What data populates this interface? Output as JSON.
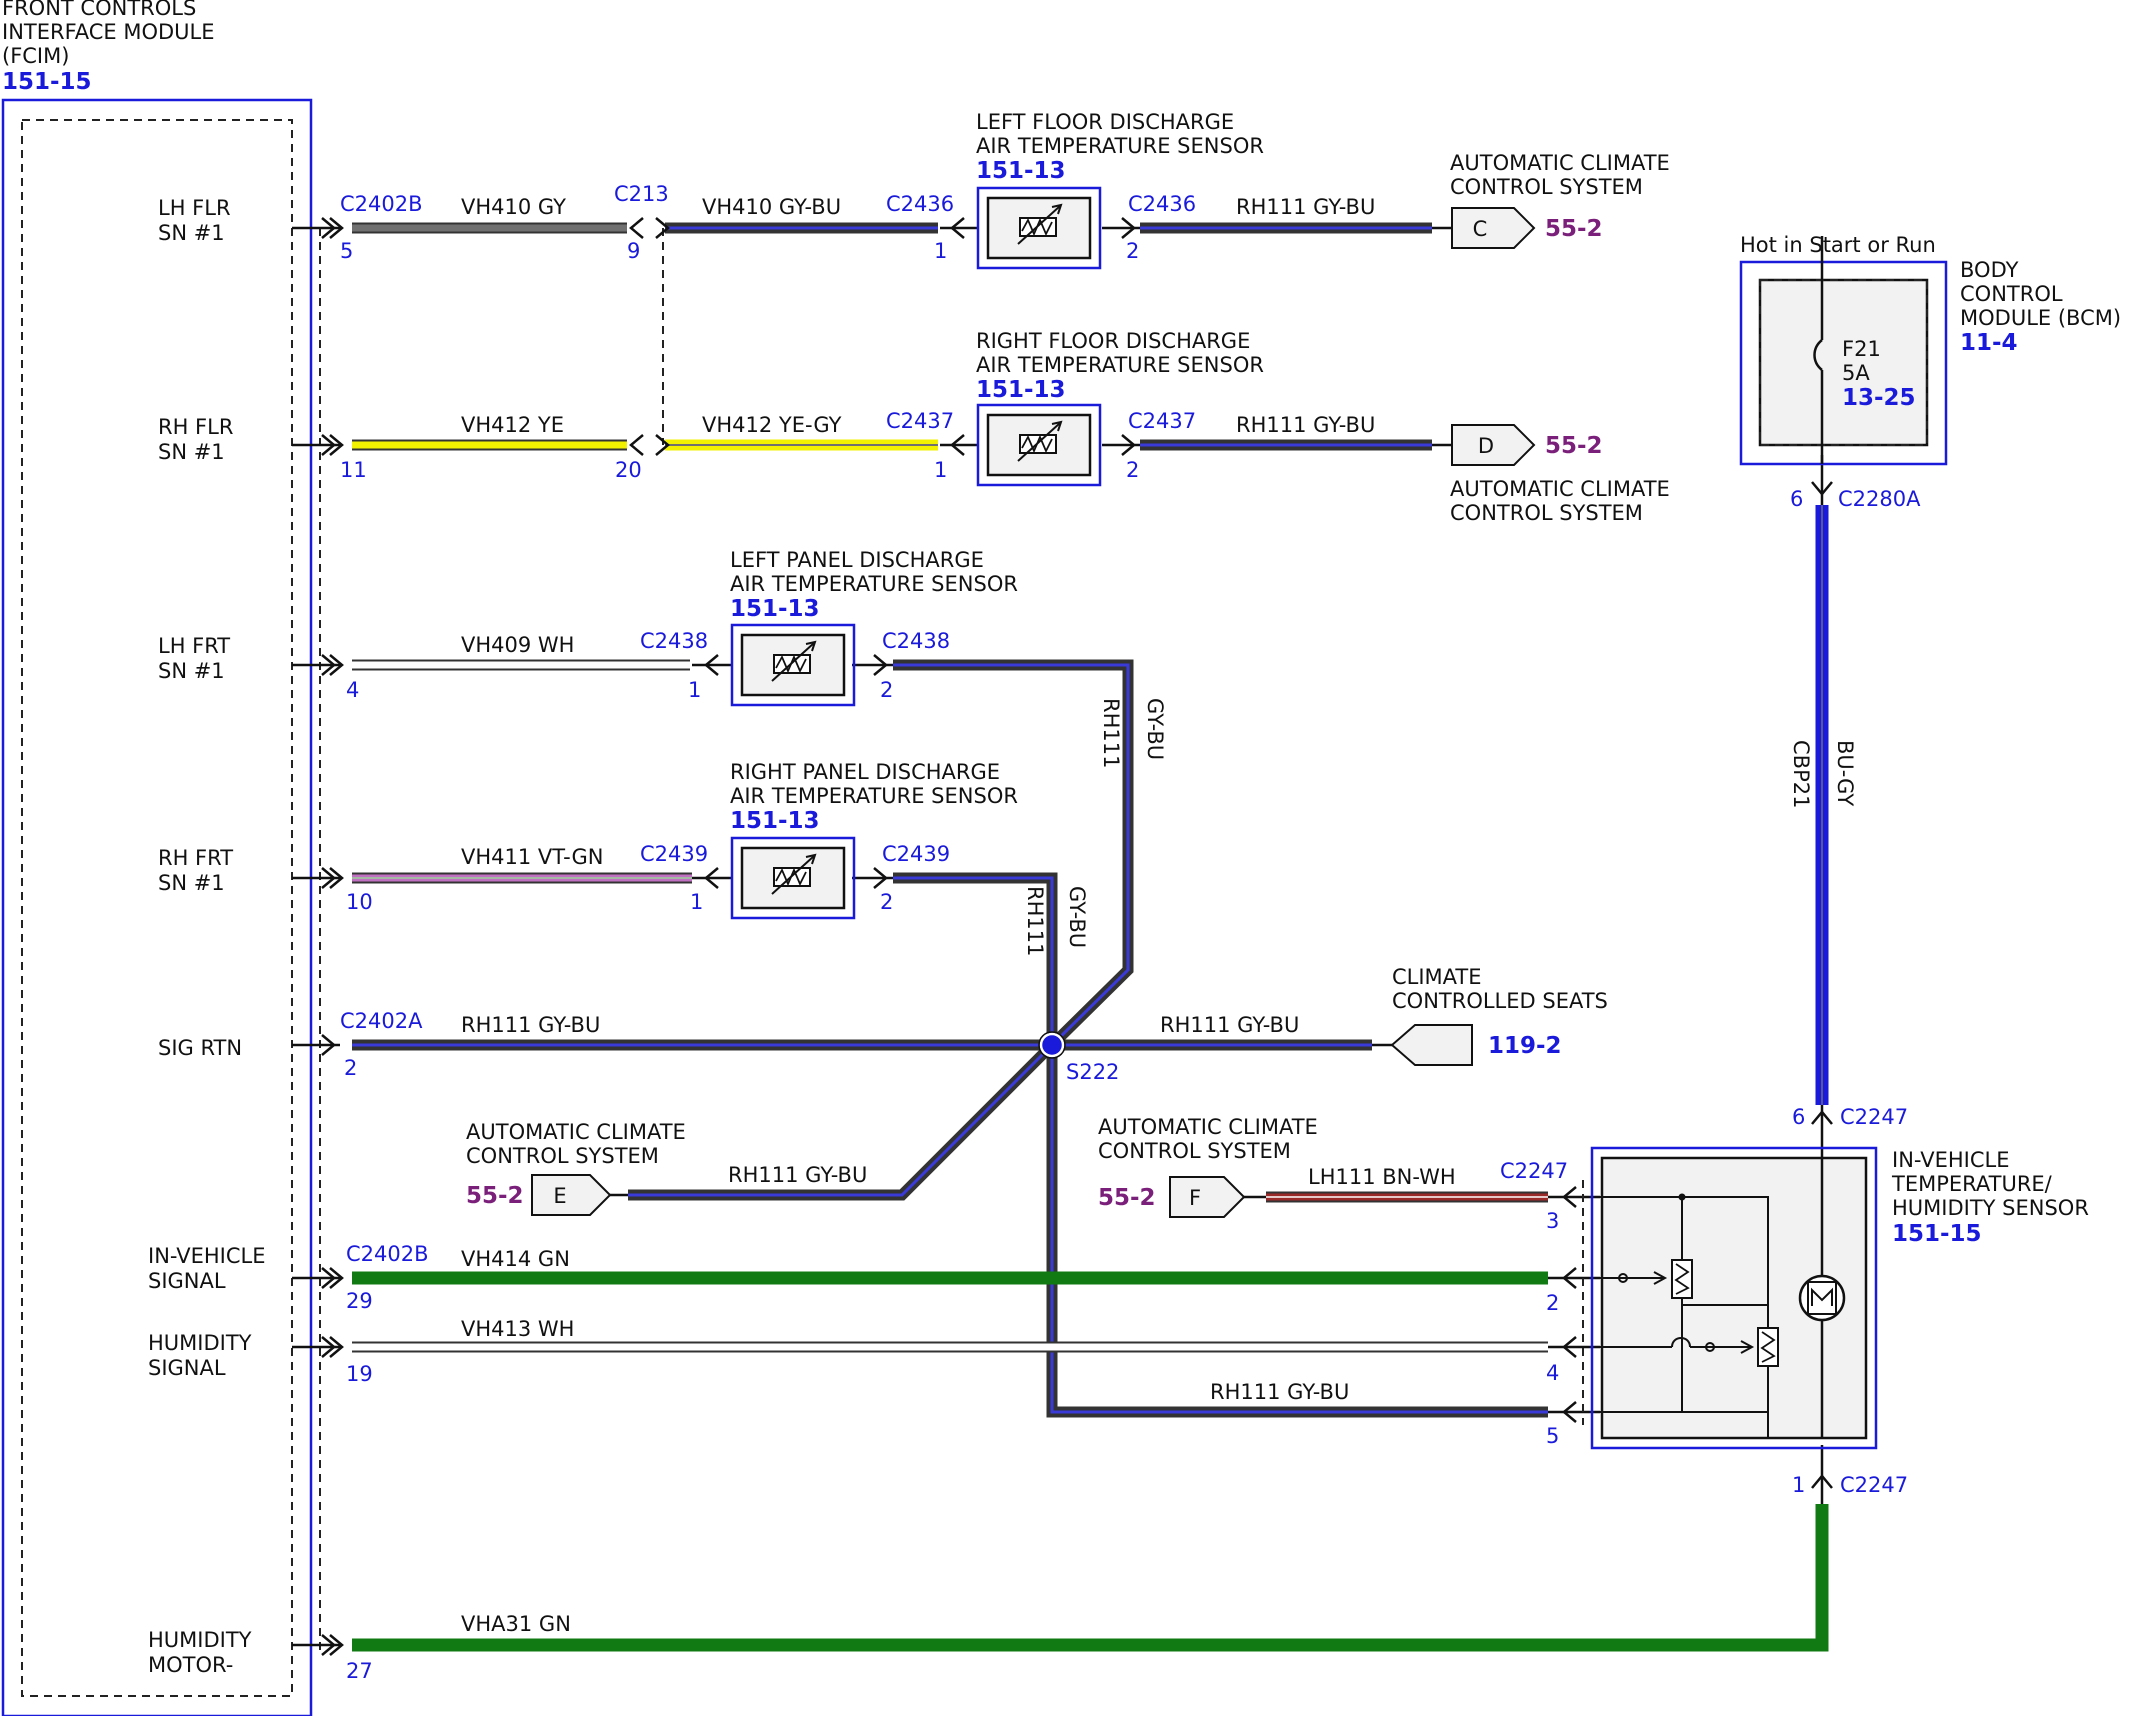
{
  "fcim": {
    "title_lines": [
      "FRONT CONTROLS",
      "INTERFACE MODULE",
      "(FCIM)"
    ],
    "ref": "151-15",
    "pins": {
      "lh_flr": [
        "LH FLR",
        "SN #1"
      ],
      "rh_flr": [
        "RH FLR",
        "SN #1"
      ],
      "lh_frt": [
        "LH FRT",
        "SN #1"
      ],
      "rh_frt": [
        "RH FRT",
        "SN #1"
      ],
      "sig_rtn": "SIG RTN",
      "in_vehicle": [
        "IN-VEHICLE",
        "SIGNAL"
      ],
      "humidity_signal": [
        "HUMIDITY",
        "SIGNAL"
      ],
      "humidity_motor": [
        "HUMIDITY",
        "MOTOR-"
      ]
    }
  },
  "connectors": {
    "c2402b": "C2402B",
    "c2402a": "C2402A",
    "c213": "C213",
    "c2436": "C2436",
    "c2437": "C2437",
    "c2438": "C2438",
    "c2439": "C2439",
    "c2280a": "C2280A",
    "c2247": "C2247",
    "s222": "S222"
  },
  "pin_numbers": {
    "p5": "5",
    "p9": "9",
    "p11": "11",
    "p20": "20",
    "p4": "4",
    "p10": "10",
    "p2": "2",
    "p29": "29",
    "p19": "19",
    "p27": "27",
    "p1": "1",
    "p3": "3",
    "p6": "6"
  },
  "wires": {
    "vh410_gy": "VH410 GY",
    "vh410_gybu": "VH410 GY-BU",
    "rh111_gybu": "RH111  GY-BU",
    "vh412_ye": "VH412 YE",
    "vh412_yegy": "VH412 YE-GY",
    "vh409_wh": "VH409 WH",
    "rh111": "RH111",
    "gybu": "GY-BU",
    "vh411_vtgn": "VH411 VT-GN",
    "rh111_gybu_sig": "RH111 GY-BU",
    "lh111_bnwh": "LH111  BN-WH",
    "vh414_gn": "VH414  GN",
    "vh413_wh": "VH413  WH",
    "vha31_gn": "VHA31  GN",
    "cbp21": "CBP21",
    "bugy": "BU-GY"
  },
  "sensors": {
    "left_floor": {
      "lines": [
        "LEFT FLOOR DISCHARGE",
        "AIR TEMPERATURE SENSOR"
      ],
      "ref": "151-13"
    },
    "right_floor": {
      "lines": [
        "RIGHT FLOOR DISCHARGE",
        "AIR TEMPERATURE SENSOR"
      ],
      "ref": "151-13"
    },
    "left_panel": {
      "lines": [
        "LEFT PANEL DISCHARGE",
        "AIR TEMPERATURE SENSOR"
      ],
      "ref": "151-13"
    },
    "right_panel": {
      "lines": [
        "RIGHT PANEL DISCHARGE",
        "AIR TEMPERATURE SENSOR"
      ],
      "ref": "151-13"
    }
  },
  "destinations": {
    "acc_c": {
      "lines": [
        "AUTOMATIC CLIMATE",
        "CONTROL SYSTEM"
      ],
      "letter": "C",
      "ref": "55-2"
    },
    "acc_d": {
      "lines": [
        "AUTOMATIC CLIMATE",
        "CONTROL SYSTEM"
      ],
      "letter": "D",
      "ref": "55-2"
    },
    "acc_e": {
      "lines": [
        "AUTOMATIC CLIMATE",
        "CONTROL SYSTEM"
      ],
      "letter": "E",
      "ref": "55-2"
    },
    "acc_f": {
      "lines": [
        "AUTOMATIC CLIMATE",
        "CONTROL SYSTEM"
      ],
      "letter": "F",
      "ref": "55-2"
    },
    "seats": {
      "lines": [
        "CLIMATE",
        "CONTROLLED SEATS"
      ],
      "ref": "119-2"
    }
  },
  "bcm": {
    "hot_label": "Hot in Start or Run",
    "title_lines": [
      "BODY",
      "CONTROL",
      "MODULE (BCM)"
    ],
    "ref": "11-4",
    "fuse": "F21",
    "amp": "5A",
    "fuse_ref": "13-25"
  },
  "ivts": {
    "title_lines": [
      "IN-VEHICLE",
      "TEMPERATURE/",
      "HUMIDITY SENSOR"
    ],
    "ref": "151-15"
  },
  "colors": {
    "gy": "#707070",
    "gybu": "#3a3ad8",
    "ye": "#f2f200",
    "vtgn": "#c070c0",
    "bu": "#1a1adb",
    "gn": "#127a12",
    "bnwh": "#9a2a2a",
    "module_blue": "#1a1adb",
    "ref_purple": "#7a1f7a"
  }
}
